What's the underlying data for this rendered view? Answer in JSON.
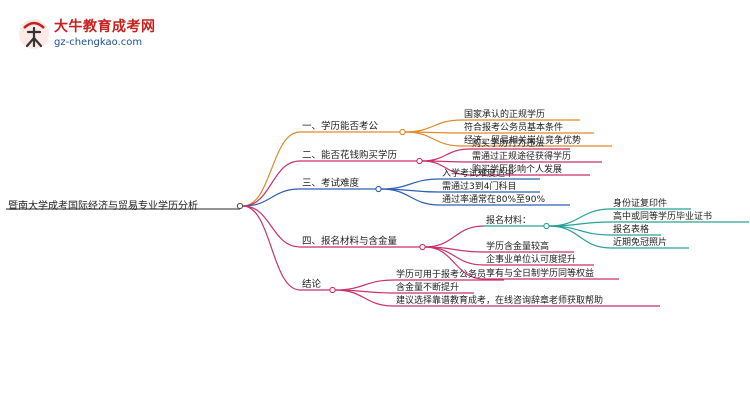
{
  "brand": {
    "name": "大牛教育成考网",
    "url": "gz-chengkao.com",
    "mark_text": "大牛"
  },
  "root": {
    "label": "暨南大学成考国际经济与贸易专业学历分析"
  },
  "branches": [
    {
      "label": "一、学历能否考公",
      "color": "#e08a2a",
      "children": [
        {
          "label": "国家承认的正规学历"
        },
        {
          "label": "符合报考公务员基本条件"
        },
        {
          "label": "经济、贸易相关岗位竞争优势"
        }
      ]
    },
    {
      "label": "二、能否花钱购买学历",
      "color": "#c8326a",
      "children": [
        {
          "label": "购买学历行为违法"
        },
        {
          "label": "需通过正规途径获得学历"
        },
        {
          "label": "购买学历影响个人发展"
        }
      ]
    },
    {
      "label": "三、考试难度",
      "color": "#2f5fb3",
      "children": [
        {
          "label": "入学考试难度适中"
        },
        {
          "label": "需通过3到4门科目"
        },
        {
          "label": "通过率通常在80%至90%"
        }
      ]
    },
    {
      "label": "四、报名材料与含金量",
      "color": "#c8326a",
      "children": [
        {
          "label": "报名材料：",
          "color": "#2aa198",
          "children": [
            {
              "label": "身份证复印件"
            },
            {
              "label": "高中或同等学历毕业证书"
            },
            {
              "label": "报名表格"
            },
            {
              "label": "近期免冠照片"
            }
          ]
        },
        {
          "label": "学历含金量较高"
        },
        {
          "label": "企事业单位认可度提升"
        },
        {
          "label": "享有与全日制学历同等权益"
        }
      ]
    },
    {
      "label": "结论",
      "color": "#c8326a",
      "children": [
        {
          "label": "学历可用于报考公务员"
        },
        {
          "label": "含金量不断提升"
        },
        {
          "label": "建议选择靠谱教育成考，在线咨询辞章老师获取帮助"
        }
      ]
    }
  ]
}
